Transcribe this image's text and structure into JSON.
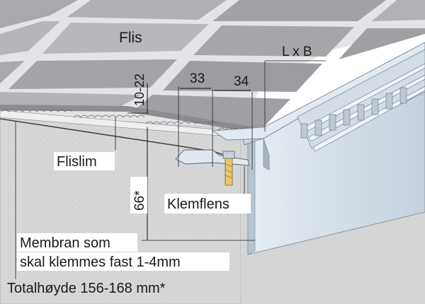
{
  "labels": {
    "tile": "Flis",
    "dimension_lb": "L x B",
    "dim_33": "33",
    "dim_34": "34",
    "dim_10_22": "10-22",
    "tile_adhesive": "Flislim",
    "dim_66": "66*",
    "clamp_flange": "Klemflens",
    "membrane_line1": "Membran som",
    "membrane_line2": "skal klemmes fast 1-4mm",
    "total_height": "Totalhøyde 156-168 mm*"
  },
  "colors": {
    "tile_light": "#b9b9bb",
    "tile_dark": "#9c9ca0",
    "grout": "#e6e6e8",
    "steel_light": "#dfe7ef",
    "steel_mid": "#c2cfdc",
    "steel_dark": "#8c9aa8",
    "concrete": "#d9d9d9",
    "label_bg": "#ffffff"
  }
}
